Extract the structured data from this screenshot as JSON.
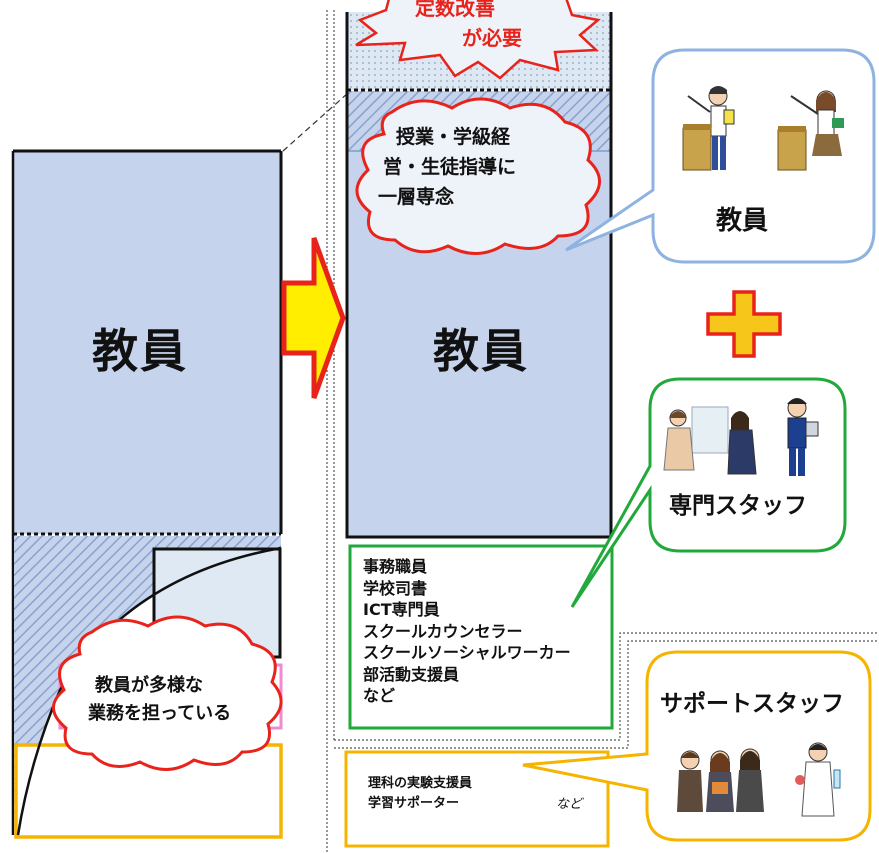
{
  "left_block": {
    "title": "教員",
    "cloud_text": [
      "教員が多様な",
      "業務を担っている"
    ]
  },
  "right_block": {
    "title": "教員",
    "top_star_text": [
      "定数改善",
      "が必要"
    ],
    "cloud_text": [
      "授業・学級経",
      "営・生徒指導に",
      "一層専念"
    ]
  },
  "arrow": {
    "name": "right-arrow-icon"
  },
  "bubbles": {
    "teacher": {
      "label": "教員"
    },
    "specialist": {
      "label": "専門スタッフ"
    },
    "support": {
      "label": "サポートスタッフ"
    }
  },
  "plus": {
    "name": "plus-icon"
  },
  "specialist_list": [
    "事務職員",
    "学校司書",
    "ICT専門員",
    "スクールカウンセラー",
    "スクールソーシャルワーカー",
    "部活動支援員",
    "など"
  ],
  "support_list": {
    "items": [
      "理科の実験支援員",
      "学習サポーター"
    ],
    "etc": "など"
  },
  "colors": {
    "teacher_fill": "#c5d4ec",
    "light_fill": "#dfe9f3",
    "green": "#22a93b",
    "orange": "#f5b400",
    "pink": "#f08ad2",
    "arrow_yellow": "#ffee00",
    "arrow_red": "#e8231b",
    "plus_fill": "#f7c61a",
    "plus_stroke": "#e8231b",
    "teacher_bubble_border": "#8fb3e0"
  }
}
